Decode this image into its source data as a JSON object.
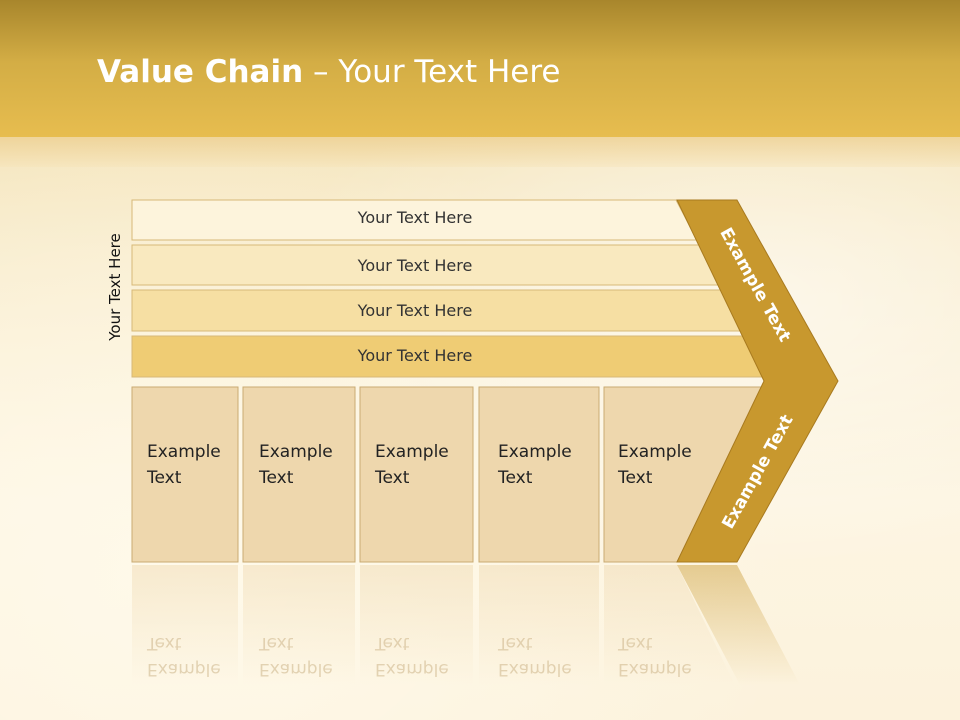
{
  "title": {
    "bold": "Value Chain",
    "rest": " – Your Text Here"
  },
  "side_label": "Your Text Here",
  "rows": [
    "Your Text Here",
    "Your Text Here",
    "Your Text Here",
    "Your Text Here"
  ],
  "columns": [
    {
      "line1": "Example",
      "line2": "Text"
    },
    {
      "line1": "Example",
      "line2": "Text"
    },
    {
      "line1": "Example",
      "line2": "Text"
    },
    {
      "line1": "Example",
      "line2": "Text"
    },
    {
      "line1": "Example",
      "line2": "Text"
    }
  ],
  "chevron": {
    "upper": "Example Text",
    "lower": "Example Text"
  },
  "colors": {
    "header": "#d3ad45",
    "chevron": "#c8982e",
    "row4": "#efcc74",
    "column": "#eed7ad"
  }
}
